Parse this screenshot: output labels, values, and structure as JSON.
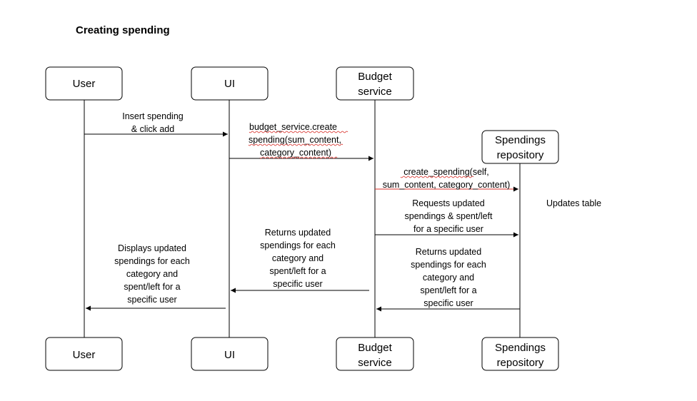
{
  "title": "Creating spending",
  "participants": [
    {
      "id": "user",
      "lines": [
        "User"
      ]
    },
    {
      "id": "ui",
      "lines": [
        "UI"
      ]
    },
    {
      "id": "budget",
      "lines": [
        "Budget",
        "service"
      ]
    },
    {
      "id": "repo",
      "lines": [
        "Spendings",
        "repository"
      ]
    }
  ],
  "messages": [
    {
      "from": "user",
      "to": "ui",
      "lines": [
        "Insert spending",
        "& click add"
      ]
    },
    {
      "from": "ui",
      "to": "budget",
      "lines": [
        "budget_service.create",
        "spending(sum_content,",
        "category_content)"
      ]
    },
    {
      "from": "budget",
      "to": "repo",
      "lines": [
        "create_spending(self,",
        "sum_content, category_content)"
      ]
    },
    {
      "from": "budget",
      "to": "repo",
      "lines": [
        "Requests updated",
        "spendings & spent/left",
        "for a specific user"
      ]
    },
    {
      "from": "repo",
      "to": "budget",
      "lines": [
        "Returns updated",
        "spendings for each",
        "category and",
        "spent/left for a",
        "specific user"
      ]
    },
    {
      "from": "budget",
      "to": "ui",
      "lines": [
        "Returns updated",
        "spendings for each",
        "category and",
        "spent/left for a",
        "specific user"
      ]
    },
    {
      "from": "ui",
      "to": "user",
      "lines": [
        "Displays updated",
        "spendings for each",
        "category and",
        "spent/left for a",
        "specific user"
      ]
    }
  ],
  "notes": [
    {
      "text": "Updates table"
    }
  ]
}
